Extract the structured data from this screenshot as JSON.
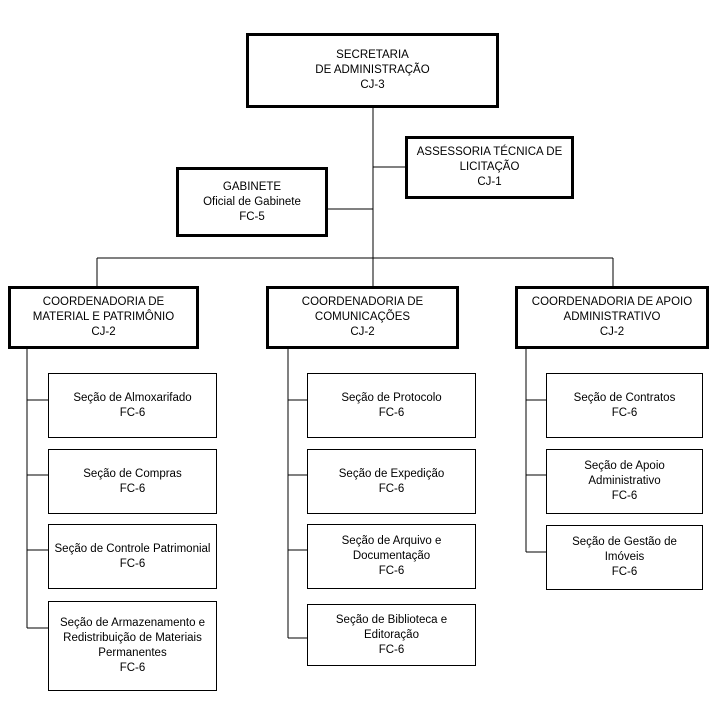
{
  "org_chart": {
    "root": {
      "lines": [
        "SECRETARIA",
        "DE ADMINISTRAÇÃO"
      ],
      "code": "CJ-3"
    },
    "assessoria": {
      "lines": [
        "ASSESSORIA TÉCNICA DE",
        "LICITAÇÃO"
      ],
      "code": "CJ-1"
    },
    "gabinete": {
      "lines": [
        "GABINETE",
        "Oficial de Gabinete"
      ],
      "code": "FC-5"
    },
    "coordenadorias": [
      {
        "lines": [
          "COORDENADORIA DE",
          "MATERIAL E PATRIMÔNIO"
        ],
        "code": "CJ-2",
        "secoes": [
          {
            "lines": [
              "Seção de Almoxarifado"
            ],
            "code": "FC-6"
          },
          {
            "lines": [
              "Seção de Compras"
            ],
            "code": "FC-6"
          },
          {
            "lines": [
              "Seção de Controle Patrimonial"
            ],
            "code": "FC-6"
          },
          {
            "lines": [
              "Seção de Armazenamento e",
              "Redistribuição de Materiais",
              "Permanentes"
            ],
            "code": "FC-6"
          }
        ]
      },
      {
        "lines": [
          "COORDENADORIA DE",
          "COMUNICAÇÕES"
        ],
        "code": "CJ-2",
        "secoes": [
          {
            "lines": [
              "Seção de Protocolo"
            ],
            "code": "FC-6"
          },
          {
            "lines": [
              "Seção de Expedição"
            ],
            "code": "FC-6"
          },
          {
            "lines": [
              "Seção de Arquivo e",
              "Documentação"
            ],
            "code": "FC-6"
          },
          {
            "lines": [
              "Seção de Biblioteca e",
              "Editoração"
            ],
            "code": "FC-6"
          }
        ]
      },
      {
        "lines": [
          "COORDENADORIA DE APOIO",
          "ADMINISTRATIVO"
        ],
        "code": "CJ-2",
        "secoes": [
          {
            "lines": [
              "Seção de Contratos"
            ],
            "code": "FC-6"
          },
          {
            "lines": [
              "Seção de Apoio",
              "Administrativo"
            ],
            "code": "FC-6"
          },
          {
            "lines": [
              "Seção de Gestão de",
              "Imóveis"
            ],
            "code": "FC-6"
          }
        ]
      }
    ]
  }
}
